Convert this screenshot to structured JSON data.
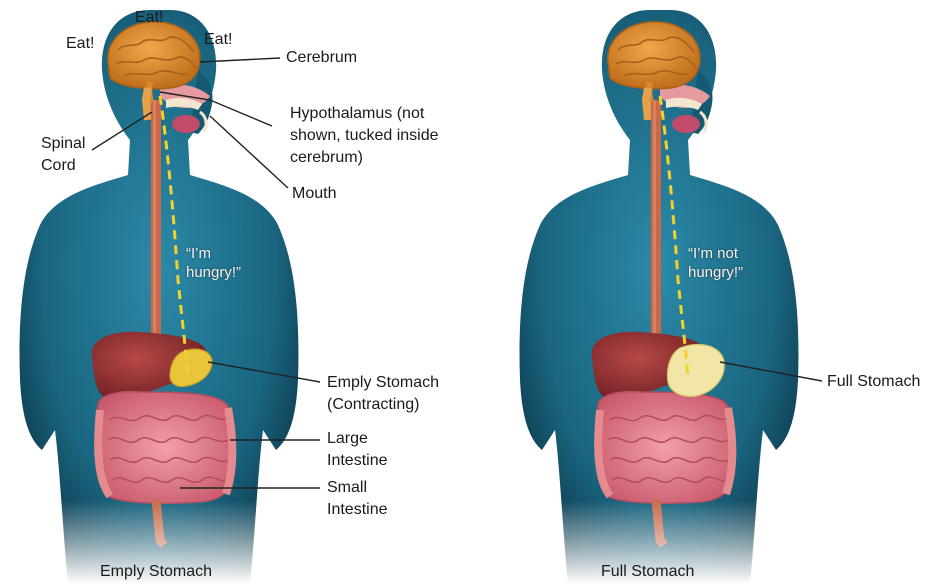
{
  "left": {
    "shouts": [
      "Eat!",
      "Eat!",
      "Eat!"
    ],
    "labels": {
      "cerebrum": "Cerebrum",
      "hypothalamus": [
        "Hypothalamus (not",
        "shown, tucked inside",
        "cerebrum)"
      ],
      "spinal_cord": [
        "Spinal",
        "Cord"
      ],
      "mouth": "Mouth",
      "stomach": [
        "Emply Stomach",
        "(Contracting)"
      ],
      "large_intestine": [
        "Large",
        "Intestine"
      ],
      "small_intestine": [
        "Small",
        "Intestine"
      ]
    },
    "speech": [
      "“I’m",
      "hungry!”"
    ],
    "caption": "Emply Stomach"
  },
  "right": {
    "labels": {
      "stomach": "Full Stomach"
    },
    "speech": [
      "“I’m not",
      "hungry!”"
    ],
    "caption": "Full Stomach"
  },
  "colors": {
    "body": "#1d6f8c",
    "body_dark": "#0f3f52",
    "brain": "#d98a2c",
    "liver": "#8e2b2b",
    "stomach_empty": "#e8c53a",
    "intestine_large": "#e58a8f",
    "intestine_small": "#d9677f",
    "nerve_signal": "#f2d22e",
    "esophagus": "#c9694a"
  }
}
